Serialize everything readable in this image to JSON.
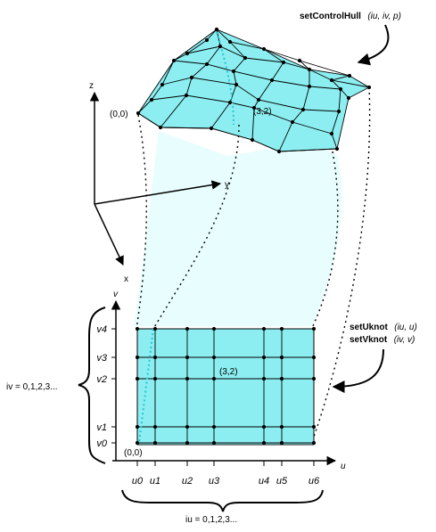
{
  "colors": {
    "surface_fill": "#8ceef0",
    "projection_fill": "#e8fdfd",
    "grid_line": "#000000",
    "dotted_iso": "#22c7d9"
  },
  "labels": {
    "set_control_hull_fn": "setControlHull",
    "set_control_hull_args": "(iu, iv, p)",
    "set_uknot_fn": "setUknot",
    "set_uknot_args": "(iu, u)",
    "set_vknot_fn": "setVknot",
    "set_vknot_args": "(iv, v)",
    "surface_origin": "(0,0)",
    "surface_point": "(3,2)",
    "grid_origin": "(0,0)",
    "grid_point": "(3,2)",
    "axis_z": "z",
    "axis_y": "y",
    "axis_x": "x",
    "axis_u": "u",
    "axis_v": "v",
    "iv_range": "iv = 0,1,2,3...",
    "iu_range": "iu = 0,1,2,3..."
  },
  "u_ticks": [
    "u0",
    "u1",
    "u2",
    "u3",
    "u4",
    "u5",
    "u6"
  ],
  "v_ticks": [
    "v0",
    "v1",
    "v2",
    "v3",
    "v4"
  ]
}
